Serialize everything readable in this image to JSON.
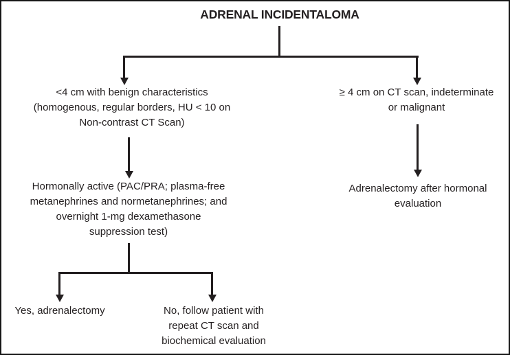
{
  "diagram": {
    "title": "ADRENAL INCIDENTALOMA",
    "nodes": {
      "left_criteria": "<4 cm with benign characteristics\n(homogenous, regular borders, HU < 10 on\nNon-contrast CT Scan)",
      "right_criteria": "≥ 4 cm on CT scan, indeterminate\nor malignant",
      "left_workup": "Hormonally active (PAC/PRA; plasma-free\nmetanephrines and normetanephrines; and\novernight 1-mg dexamethasone\nsuppression test)",
      "right_action": "Adrenalectomy after hormonal\nevaluation",
      "outcome_yes": "Yes, adrenalectomy",
      "outcome_no": "No, follow patient with\nrepeat CT scan and\nbiochemical evaluation"
    },
    "colors": {
      "text": "#231f20",
      "line": "#231f20",
      "border": "#161616",
      "background": "#ffffff"
    }
  }
}
